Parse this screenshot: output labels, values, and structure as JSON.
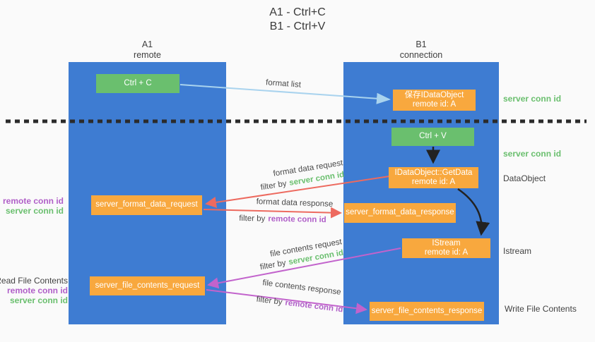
{
  "title": {
    "line1": "A1 - Ctrl+C",
    "line2": "B1 - Ctrl+V"
  },
  "lanes": {
    "a1": {
      "name": "A1",
      "subtitle": "remote"
    },
    "b1": {
      "name": "B1",
      "subtitle": "connection"
    }
  },
  "boxes": {
    "ctrl_c": {
      "label": "Ctrl + C"
    },
    "save_idataobject": {
      "line1": "保存IDataObject",
      "line2": "remote id: A"
    },
    "ctrl_v": {
      "label": "Ctrl + V"
    },
    "idataobject_getdata": {
      "line1": "IDataObject::GetData",
      "line2": "remote id: A"
    },
    "server_format_data_request": {
      "label": "server_format_data_request"
    },
    "server_format_data_response": {
      "label": "server_format_data_response"
    },
    "istream": {
      "line1": "IStream",
      "line2": "remote id: A"
    },
    "server_file_contents_request": {
      "label": "server_file_contents_request"
    },
    "server_file_contents_response": {
      "label": "server_file_contents_response"
    }
  },
  "arrows": {
    "format_list": {
      "label": "format list"
    },
    "format_data_request": {
      "label": "format data request",
      "filter_prefix": "filter by",
      "filter_key": "server conn id"
    },
    "format_data_response": {
      "label": "format data response",
      "filter_prefix": "filter by",
      "filter_key": "remote conn id"
    },
    "file_contents_request": {
      "label": "file contents request",
      "filter_prefix": "filter by",
      "filter_key": "server conn id"
    },
    "file_contents_response": {
      "label": "file contents response",
      "filter_prefix": "filter by",
      "filter_key": "remote conn id"
    }
  },
  "side_labels": {
    "right_server_conn_id_top": "server conn id",
    "right_server_conn_id_mid": "server conn id",
    "dataobject": "DataObject",
    "istream": "Istream",
    "write_file_contents": "Write File Contents",
    "read_file_contents": "Read File Contents",
    "left_remote_conn_id": "remote conn id",
    "left_server_conn_id": "server conn id",
    "left_remote_conn_id_2": "remote conn id",
    "left_server_conn_id_2": "server conn id"
  },
  "colors": {
    "lane_blue": "#3e7cd2",
    "box_green": "#6abf6e",
    "box_orange": "#f8a83e",
    "accent_green": "#6abf6e",
    "accent_purple": "#b05fc8",
    "arrow_red": "#ed6a5f",
    "arrow_magenta": "#c263cc",
    "arrow_light_blue": "#a9d3ee",
    "arrow_black": "#222222",
    "background": "#fafafa"
  }
}
